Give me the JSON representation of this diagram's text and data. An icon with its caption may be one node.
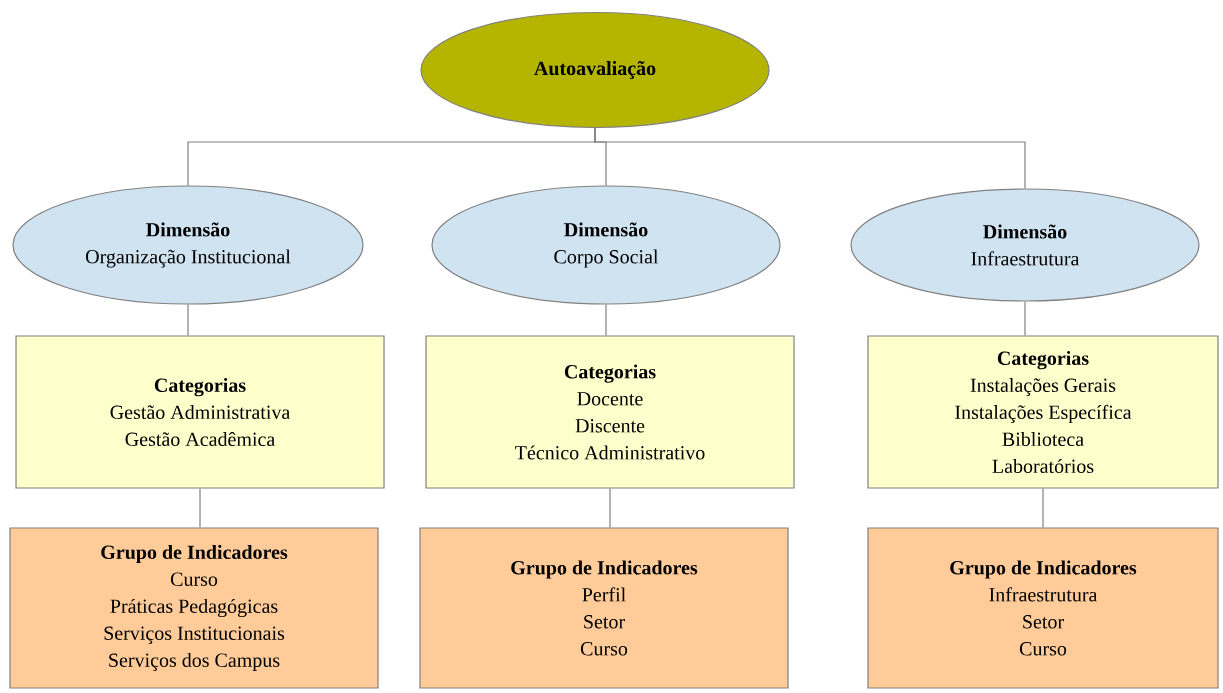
{
  "diagram": {
    "nodes": [
      {
        "text": [
          "Autoavaliação"
        ]
      },
      {
        "text": [
          "Dimensão",
          "Organização Institucional"
        ]
      },
      {
        "text": [
          "Dimensão",
          "Corpo Social"
        ]
      },
      {
        "text": [
          "Dimensão",
          "Infraestrutura"
        ]
      },
      {
        "text": [
          "Categorias",
          "Gestão Administrativa",
          "Gestão Acadêmica"
        ]
      },
      {
        "text": [
          "Categorias",
          "Docente",
          "Discente",
          "Técnico Administrativo"
        ]
      },
      {
        "text": [
          "Categorias",
          "Instalações Gerais",
          "Instalações Específica",
          "Biblioteca",
          "Laboratórios"
        ]
      },
      {
        "text": [
          "Grupo de Indicadores",
          "Curso",
          "Práticas Pedagógicas",
          "Serviços Institucionais",
          "Serviços dos Campus"
        ]
      },
      {
        "text": [
          "Grupo de Indicadores",
          "Perfil",
          "Setor",
          "Curso"
        ]
      },
      {
        "text": [
          "Grupo de Indicadores",
          "Infraestrutura",
          "Setor",
          "Curso"
        ]
      }
    ],
    "edges": [
      {
        "from": 0,
        "to": 1,
        "arrow": "none"
      },
      {
        "from": 0,
        "to": 2,
        "arrow": "none"
      },
      {
        "from": 0,
        "to": 3,
        "arrow": "none"
      },
      {
        "from": 1,
        "to": 4,
        "arrow": "none"
      },
      {
        "from": 2,
        "to": 5,
        "arrow": "none"
      },
      {
        "from": 3,
        "to": 6,
        "arrow": "none"
      },
      {
        "from": 4,
        "to": 7,
        "arrow": "none"
      },
      {
        "from": 5,
        "to": 8,
        "arrow": "none"
      },
      {
        "from": 6,
        "to": 9,
        "arrow": "none"
      }
    ]
  }
}
